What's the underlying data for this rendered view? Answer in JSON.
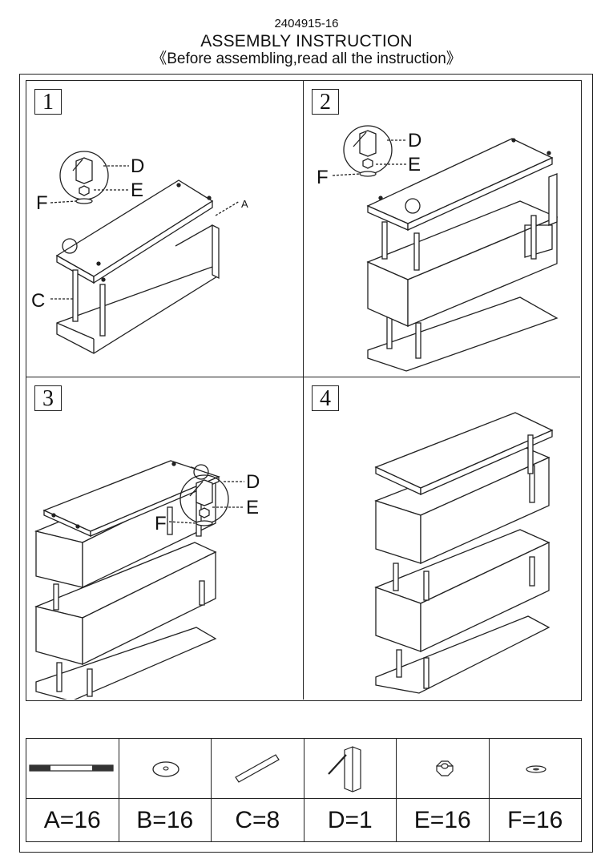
{
  "header": {
    "code": "2404915-16",
    "title": "ASSEMBLY INSTRUCTION",
    "subtitle": "《Before assembling,read all the instruction》"
  },
  "steps": [
    {
      "number": "1",
      "callouts": {
        "d": "D",
        "e": "E",
        "f": "F",
        "a": "A",
        "c": "C"
      }
    },
    {
      "number": "2",
      "callouts": {
        "d": "D",
        "e": "E",
        "f": "F"
      }
    },
    {
      "number": "3",
      "callouts": {
        "d": "D",
        "e": "E",
        "f": "F"
      }
    },
    {
      "number": "4"
    }
  ],
  "parts": [
    {
      "label": "A=16",
      "icon": "threaded-rod-icon"
    },
    {
      "label": "B=16",
      "icon": "washer-icon"
    },
    {
      "label": "C=8",
      "icon": "dowel-pin-icon"
    },
    {
      "label": "D=1",
      "icon": "wrench-icon"
    },
    {
      "label": "E=16",
      "icon": "hex-nut-icon"
    },
    {
      "label": "F=16",
      "icon": "flat-washer-icon"
    }
  ]
}
